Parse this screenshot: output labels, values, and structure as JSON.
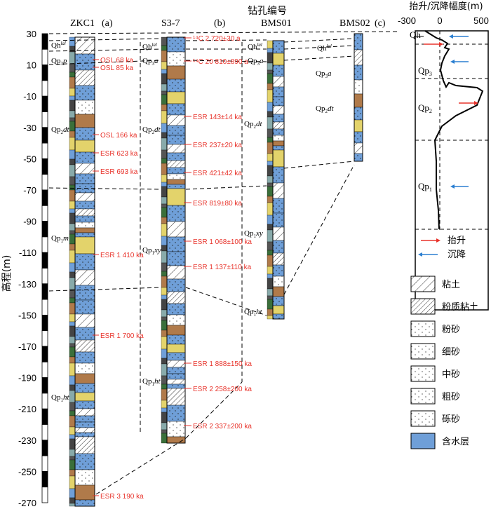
{
  "title": "钻孔编号",
  "y_axis": {
    "label": "高程(m)",
    "ticks": [
      "30",
      "10",
      "-10",
      "-30",
      "-50",
      "-70",
      "-90",
      "-110",
      "-130",
      "-150",
      "-170",
      "-190",
      "-210",
      "-230",
      "-250",
      "-270"
    ]
  },
  "boreholes": [
    {
      "name": "ZKC1",
      "tag": "(a)"
    },
    {
      "name": "S3-7",
      "tag": "(b)"
    },
    {
      "name": "BMS01",
      "tag": ""
    },
    {
      "name": "BMS02",
      "tag": "(c)"
    }
  ],
  "strata": {
    "qh": "Qh",
    "lal": "lal",
    "qp3": "Qp",
    "qp3_p": "p",
    "qp3_a": "a",
    "qp2_dt": "dt",
    "qp1_m": "m",
    "qp1_xy": "xy",
    "qp1_ht": "ht",
    "sub3": "3",
    "sub2": "2",
    "sub1": "1"
  },
  "dates_zkc1": [
    "OSL 68 ka",
    "OSL 85 ka",
    "OSL 166 ka",
    "ESR 623 ka",
    "ESR 693 ka",
    "ESR 1 410 ka",
    "ESR 1 700 ka",
    "ESR 3 190 ka"
  ],
  "dates_s37": [
    "¹⁴C 2 720±30 a",
    "¹⁴C 20 810±890 a",
    "ESR 143±14 ka",
    "ESR 237±20 ka",
    "ESR 421±42 ka",
    "ESR 819±80 ka",
    "ESR 1 068±100 ka",
    "ESR 1 137±110 ka",
    "ESR 1 888±150 ka",
    "ESR 2 258±200 ka",
    "ESR 2 337±200 ka"
  ],
  "uplift_panel": {
    "title": "抬升/沉降幅度(m)",
    "ticks": [
      "-300",
      "0",
      "500"
    ],
    "labels": [
      "Qh",
      "Qp",
      "Qp",
      "Qp"
    ],
    "legend_up": "抬升",
    "legend_down": "沉降"
  },
  "legend": [
    "粘土",
    "粉质粘土",
    "粉砂",
    "细砂",
    "中砂",
    "粗砂",
    "砾砂",
    "含水层"
  ],
  "colors": {
    "aquifer": "#6f9fd8",
    "red": "#e8332b",
    "blue": "#2b7fd1",
    "brown": "#b07a4a",
    "yellow": "#e3d36b"
  }
}
